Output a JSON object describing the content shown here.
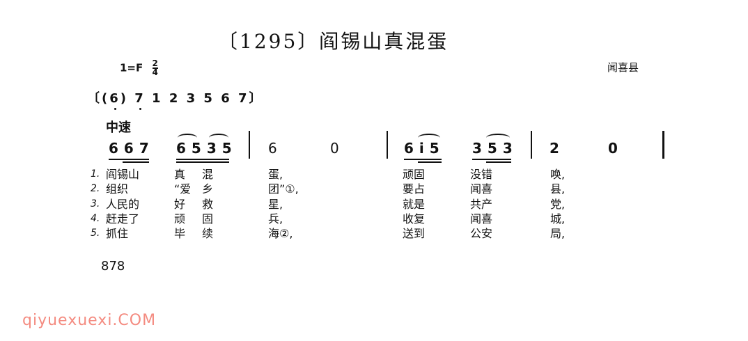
{
  "title": "〔1295〕阎锡山真混蛋",
  "key": "1=F",
  "time_signature": {
    "top": "2",
    "bottom": "4"
  },
  "region": "闻喜县",
  "range": "〔(6) 7 1 2 3 5 6 7〕",
  "tempo": "中速",
  "measures": [
    [
      "667",
      "6535"
    ],
    [
      "6",
      "0"
    ],
    [
      "6i5",
      "353"
    ],
    [
      "2",
      "0"
    ]
  ],
  "lyrics": [
    [
      "1.",
      "阎锡山",
      "真",
      "混",
      "蛋,",
      "顽固",
      "没错",
      "唤,"
    ],
    [
      "2.",
      "组织",
      "“爱",
      "乡",
      "团”①,",
      "要占",
      "闻喜",
      "县,"
    ],
    [
      "3.",
      "人民的",
      "好",
      "救",
      "星,",
      "就是",
      "共产",
      "党,"
    ],
    [
      "4.",
      "赶走了",
      "顽",
      "固",
      "兵,",
      "收复",
      "闻喜",
      "城,"
    ],
    [
      "5.",
      "抓住",
      "毕",
      "续",
      "海②,",
      "送到",
      "公安",
      "局,"
    ]
  ],
  "page_number": "878",
  "watermark": "qiyuexuexi.COM"
}
